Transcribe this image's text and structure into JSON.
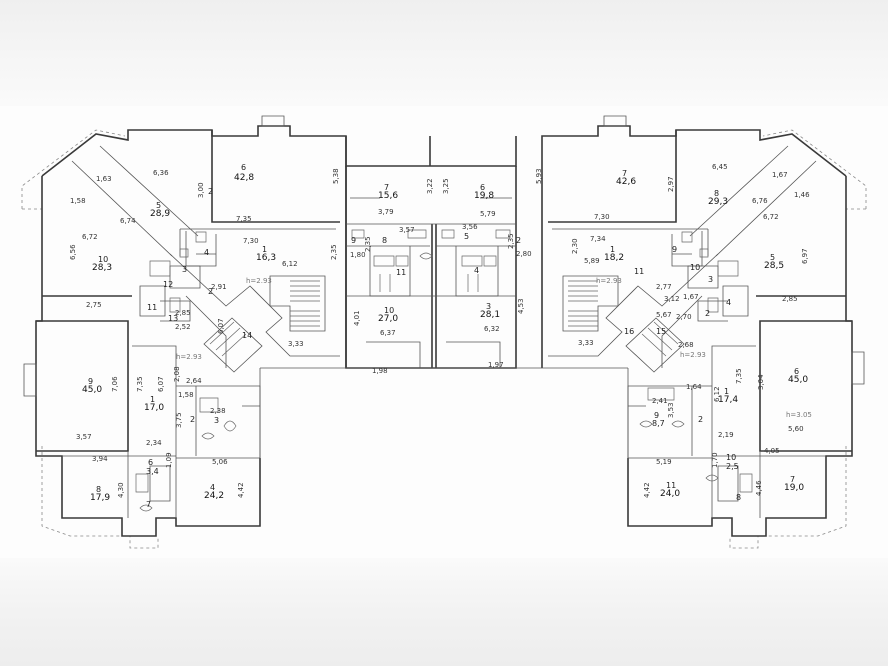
{
  "rooms_left": [
    {
      "n": "6",
      "area": "42,8"
    },
    {
      "n": "5",
      "area": "28,9"
    },
    {
      "n": "10",
      "area": "28,3"
    },
    {
      "n": "1",
      "area": "16,3"
    },
    {
      "n": "9",
      "area": "45,0"
    },
    {
      "n": "1",
      "area": "17,0"
    },
    {
      "n": "8",
      "area": "17,9"
    },
    {
      "n": "4",
      "area": "24,2"
    },
    {
      "n": "6",
      "area": "3,4"
    },
    {
      "n": "7",
      "area": ""
    },
    {
      "n": "2",
      "area": ""
    },
    {
      "n": "3",
      "area": ""
    },
    {
      "n": "4",
      "area": ""
    },
    {
      "n": "12",
      "area": ""
    },
    {
      "n": "11",
      "area": ""
    },
    {
      "n": "13",
      "area": ""
    },
    {
      "n": "14",
      "area": ""
    },
    {
      "n": "2",
      "area": ""
    },
    {
      "n": "3",
      "area": ""
    },
    {
      "n": "2",
      "area": ""
    }
  ],
  "rooms_center": [
    {
      "n": "7",
      "area": "15,6"
    },
    {
      "n": "6",
      "area": "19,8"
    },
    {
      "n": "9",
      "area": ""
    },
    {
      "n": "8",
      "area": ""
    },
    {
      "n": "5",
      "area": ""
    },
    {
      "n": "2",
      "area": ""
    },
    {
      "n": "11",
      "area": ""
    },
    {
      "n": "4",
      "area": ""
    },
    {
      "n": "10",
      "area": "27,0"
    },
    {
      "n": "3",
      "area": "28,1"
    }
  ],
  "rooms_right": [
    {
      "n": "7",
      "area": "42,6"
    },
    {
      "n": "8",
      "area": "29,3"
    },
    {
      "n": "1",
      "area": "18,2"
    },
    {
      "n": "5",
      "area": "28,5"
    },
    {
      "n": "6",
      "area": "45,0"
    },
    {
      "n": "1",
      "area": "17,4"
    },
    {
      "n": "11",
      "area": "24,0"
    },
    {
      "n": "7",
      "area": "19,0"
    },
    {
      "n": "10",
      "area": "2,5"
    },
    {
      "n": "8",
      "area": ""
    },
    {
      "n": "9",
      "area": ""
    },
    {
      "n": "10",
      "area": ""
    },
    {
      "n": "3",
      "area": ""
    },
    {
      "n": "4",
      "area": ""
    },
    {
      "n": "2",
      "area": ""
    },
    {
      "n": "11",
      "area": ""
    },
    {
      "n": "16",
      "area": ""
    },
    {
      "n": "15",
      "area": ""
    },
    {
      "n": "9",
      "area": "8,7"
    },
    {
      "n": "2",
      "area": ""
    }
  ],
  "dimensions": {
    "left": [
      "6,36",
      "1,63",
      "3,00",
      "5,38",
      "7,35",
      "6,74",
      "6,72",
      "1,58",
      "6,56",
      "7,30",
      "2,35",
      "6,12",
      "2,75",
      "2,85",
      "2,91",
      "6,07",
      "3,33",
      "2,52",
      "7,06",
      "7,35",
      "6,07",
      "2,08",
      "2,64",
      "1,58",
      "2,38",
      "3,75",
      "2,34",
      "3,57",
      "3,94",
      "4,30",
      "1,09",
      "5,06",
      "4,42"
    ],
    "center": [
      "3,22",
      "3,25",
      "5,79",
      "3,79",
      "3,57",
      "3,56",
      "2,35",
      "2,35",
      "1,80",
      "2,80",
      "4,01",
      "6,37",
      "4,53",
      "6,32",
      "1,98",
      "1,97"
    ],
    "right": [
      "5,93",
      "6,45",
      "1,67",
      "2,97",
      "7,30",
      "6,76",
      "7,34",
      "1,46",
      "6,72",
      "2,30",
      "5,89",
      "6,97",
      "2,85",
      "2,77",
      "1,67",
      "3,12",
      "2,70",
      "5,67",
      "2,68",
      "3,33",
      "1,64",
      "2,41",
      "3,53",
      "6,12",
      "7,35",
      "3,04",
      "2,19",
      "5,60",
      "5,19",
      "1,70",
      "4,05",
      "4,42",
      "4,46"
    ]
  },
  "notes": [
    "h=2.93",
    "h=2.93",
    "h=2.93",
    "h=2.93",
    "h=3.05"
  ]
}
